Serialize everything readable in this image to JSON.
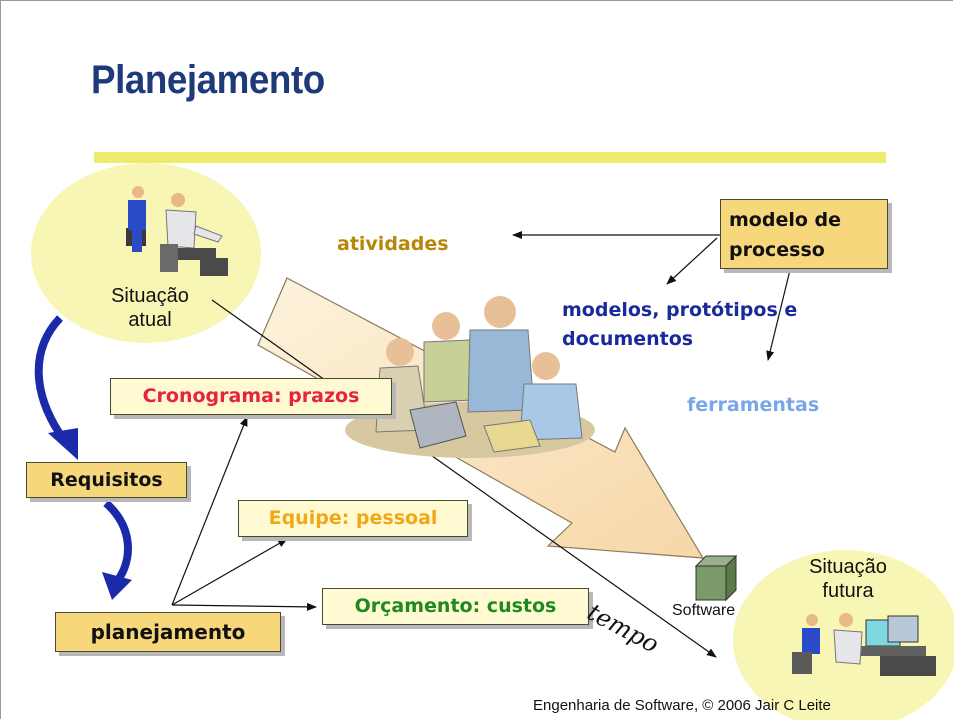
{
  "slide": {
    "title": "Planejamento",
    "footer": "Engenharia de Software, © 2006 Jair C Leite"
  },
  "diagram": {
    "current_state": "Situação atual",
    "future_state": "Situação futura",
    "software_label": "Software",
    "time_label": "tempo",
    "process_model": "modelo de processo",
    "activities": "atividades",
    "models": "modelos, protótipos e documentos",
    "tools": "ferramentas",
    "requirements": "Requisitos",
    "planning": "planejamento",
    "schedule": "Cronograma: prazos",
    "team": "Equipe: pessoal",
    "budget": "Orçamento: custos"
  },
  "colors": {
    "title": "#1f3a7a",
    "activities": "#b8860b",
    "models": "#1a2a9a",
    "tools": "#7aa6e8",
    "schedule": "#e8243a",
    "team": "#f0a818",
    "budget": "#1e8a1e",
    "ellipse": "#f8f6b4",
    "highlight_box": "#f7d77c",
    "note_box": "#fffad2",
    "flow_arrow": "#1a2aa8"
  }
}
